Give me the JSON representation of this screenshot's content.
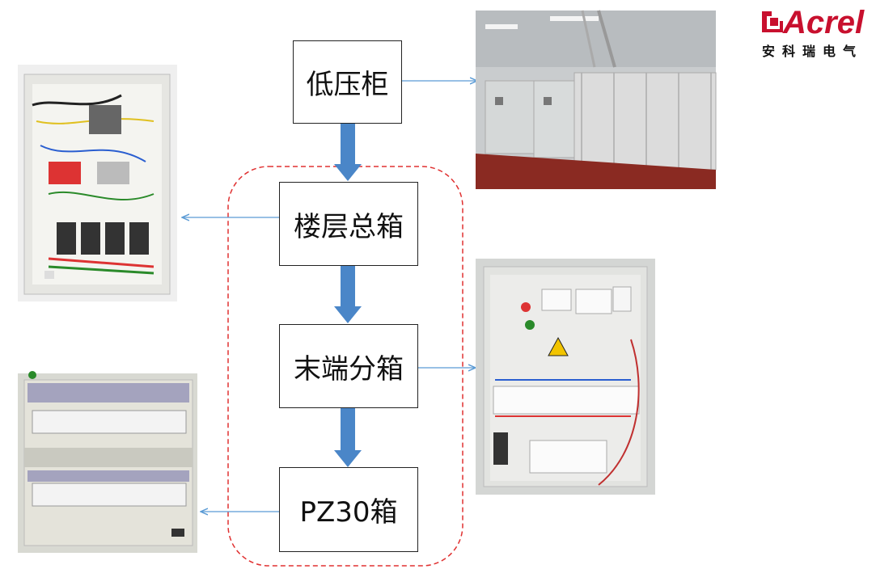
{
  "boxes": {
    "low_voltage_cabinet": "低压柜",
    "floor_main_box": "楼层总箱",
    "terminal_sub_box": "末端分箱",
    "pz30_box": "PZ30箱"
  },
  "logo": {
    "brand": "Acrel",
    "subtitle": "安科瑞电气"
  },
  "colors": {
    "flow_arrow": "#4a86c8",
    "connector": "#5b9bd5",
    "dashed_region": "#e03030",
    "brand_red": "#c8102e"
  },
  "icons": {
    "logo_mark": "acrel-logo-icon",
    "photo_1": "distribution-box-photo-icon",
    "photo_2": "switchgear-room-photo-icon",
    "photo_3": "terminal-box-photo-icon",
    "photo_4": "pz30-box-photo-icon"
  }
}
